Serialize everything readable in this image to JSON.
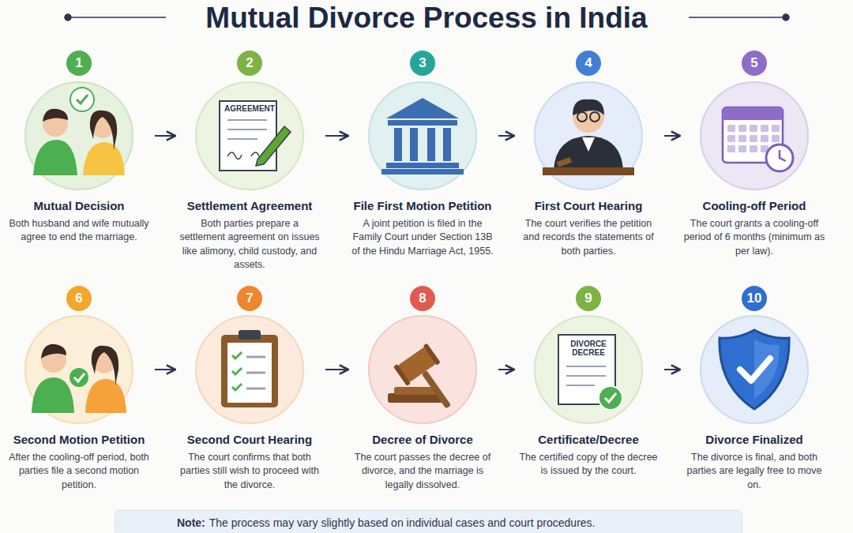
{
  "diagram": {
    "title": "Mutual Divorce Process in India",
    "nodes": [
      {
        "text": [
          "Mutual Decision",
          "Both husband and wife mutually agree to end the marriage."
        ]
      },
      {
        "text": [
          "Settlement Agreement",
          "Both parties prepare a settlement agreement on issues like alimony, child custody, and assets."
        ]
      },
      {
        "text": [
          "File First Motion Petition",
          "A joint petition is filed in the Family Court under Section 13B of the Hindu Marriage Act, 1955."
        ]
      },
      {
        "text": [
          "First Court Hearing",
          "The court verifies the petition and records the statements of both parties."
        ]
      },
      {
        "text": [
          "Cooling-off Period",
          "The court grants a cooling-off period of 6 months (minimum as per law)."
        ]
      },
      {
        "text": [
          "Second Motion Petition",
          "After the cooling-off period, both parties file a second motion petition."
        ]
      },
      {
        "text": [
          "Second Court Hearing",
          "The court confirms that both parties still wish to proceed with the divorce."
        ]
      },
      {
        "text": [
          "Decree of Divorce",
          "The court passes the decree of divorce, and the marriage is legally dissolved."
        ]
      },
      {
        "text": [
          "Certificate/Decree",
          "The certified copy of the decree is issued by the court."
        ]
      },
      {
        "text": [
          "Divorce Finalized",
          "The divorce is final, and both parties are legally free to move on."
        ]
      },
      {
        "text": [
          "Note:",
          "The process may vary slightly based on individual cases and court procedures."
        ]
      }
    ],
    "edges": [
      {
        "from": 0,
        "to": 1,
        "arrow": "to"
      },
      {
        "from": 1,
        "to": 2,
        "arrow": "to"
      },
      {
        "from": 2,
        "to": 3,
        "arrow": "to"
      },
      {
        "from": 3,
        "to": 4,
        "arrow": "to"
      },
      {
        "from": 5,
        "to": 6,
        "arrow": "to"
      },
      {
        "from": 6,
        "to": 7,
        "arrow": "to"
      },
      {
        "from": 7,
        "to": 8,
        "arrow": "to"
      },
      {
        "from": 8,
        "to": 9,
        "arrow": "to"
      }
    ],
    "labels": [
      "1",
      "2",
      "3",
      "4",
      "5",
      "6",
      "7",
      "8",
      "9",
      "10",
      "AGREEMENT",
      "DIVORCE DECREE"
    ]
  }
}
